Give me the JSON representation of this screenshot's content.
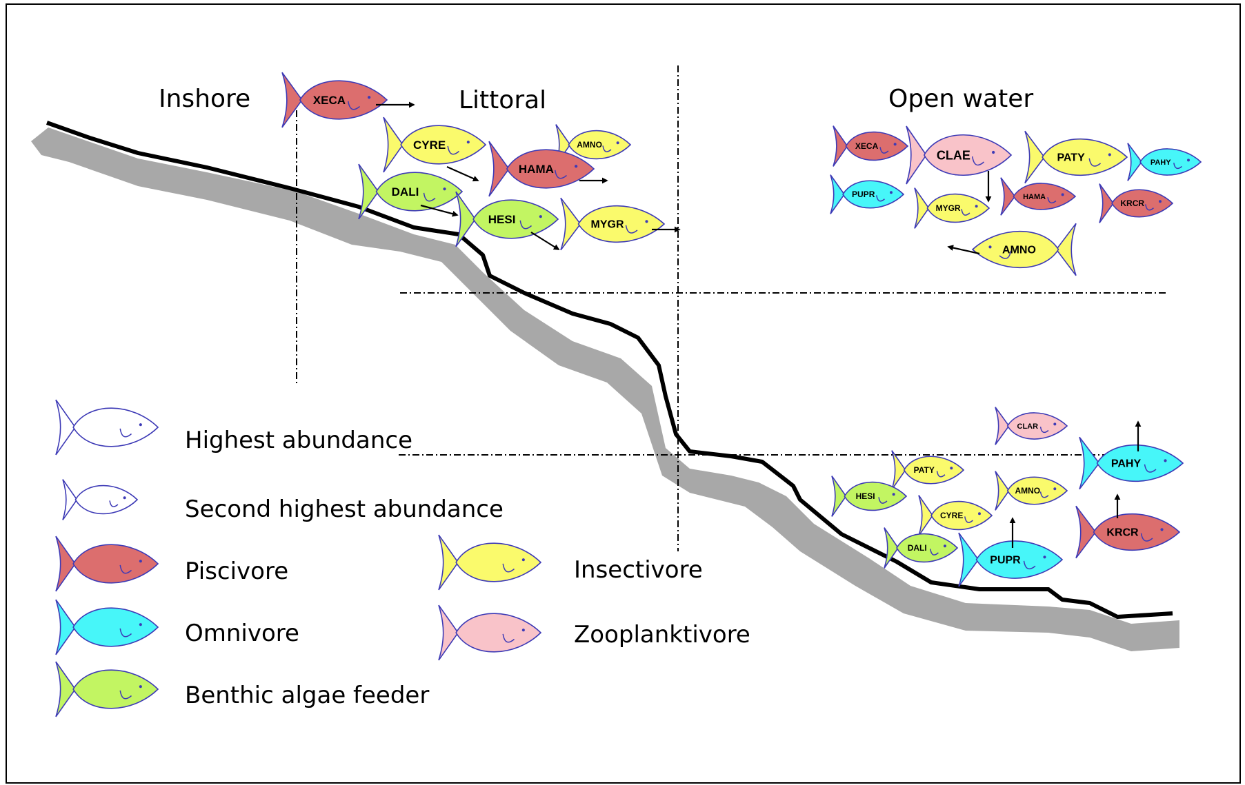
{
  "colors": {
    "piscivore": "#dc6e6e",
    "omnivore": "#47f6f9",
    "benthic": "#c2f562",
    "insectivore": "#fafa6c",
    "zooplanktivore": "#f9c3c9",
    "outline": "#3d3ab6",
    "shore": "#a8a8a8"
  },
  "zones": {
    "inshore": "Inshore",
    "littoral": "Littoral",
    "open_water": "Open water"
  },
  "legend": {
    "highest": "Highest abundance",
    "second": "Second highest abundance",
    "piscivore": "Piscivore",
    "omnivore": "Omnivore",
    "benthic": "Benthic algae feeder",
    "insectivore": "Insectivore",
    "zooplanktivore": "Zooplanktivore"
  },
  "fish": [
    {
      "name": "XECA",
      "diet": "piscivore",
      "abundance": "highest",
      "arrow": "right"
    },
    {
      "name": "CYRE",
      "diet": "insectivore",
      "abundance": "highest",
      "arrow": "down-right"
    },
    {
      "name": "AMNO",
      "diet": "insectivore",
      "abundance": "second",
      "arrow": ""
    },
    {
      "name": "HAMA",
      "diet": "piscivore",
      "abundance": "highest",
      "arrow": "right"
    },
    {
      "name": "DALI",
      "diet": "benthic",
      "abundance": "highest",
      "arrow": "down-right"
    },
    {
      "name": "HESI",
      "diet": "benthic",
      "abundance": "highest",
      "arrow": "down-right"
    },
    {
      "name": "MYGR",
      "diet": "insectivore",
      "abundance": "highest",
      "arrow": "right"
    },
    {
      "name": "XECA",
      "diet": "piscivore",
      "abundance": "second",
      "arrow": ""
    },
    {
      "name": "CLAE",
      "diet": "zooplanktivore",
      "abundance": "highest",
      "arrow": "down"
    },
    {
      "name": "PATY",
      "diet": "insectivore",
      "abundance": "highest",
      "arrow": ""
    },
    {
      "name": "PAHY",
      "diet": "omnivore",
      "abundance": "second",
      "arrow": ""
    },
    {
      "name": "PUPR",
      "diet": "omnivore",
      "abundance": "second",
      "arrow": ""
    },
    {
      "name": "MYGR",
      "diet": "insectivore",
      "abundance": "second",
      "arrow": ""
    },
    {
      "name": "HAMA",
      "diet": "piscivore",
      "abundance": "second",
      "arrow": ""
    },
    {
      "name": "KRCR",
      "diet": "piscivore",
      "abundance": "second",
      "arrow": ""
    },
    {
      "name": "AMNO",
      "diet": "insectivore",
      "abundance": "highest",
      "arrow": "left"
    },
    {
      "name": "CLAR",
      "diet": "zooplanktivore",
      "abundance": "second",
      "arrow": ""
    },
    {
      "name": "PAHY",
      "diet": "omnivore",
      "abundance": "highest",
      "arrow": "up"
    },
    {
      "name": "PATY",
      "diet": "insectivore",
      "abundance": "second",
      "arrow": ""
    },
    {
      "name": "HESI",
      "diet": "benthic",
      "abundance": "second",
      "arrow": ""
    },
    {
      "name": "AMNO",
      "diet": "insectivore",
      "abundance": "second",
      "arrow": ""
    },
    {
      "name": "CYRE",
      "diet": "insectivore",
      "abundance": "second",
      "arrow": ""
    },
    {
      "name": "KRCR",
      "diet": "piscivore",
      "abundance": "highest",
      "arrow": "up"
    },
    {
      "name": "DALI",
      "diet": "benthic",
      "abundance": "second",
      "arrow": ""
    },
    {
      "name": "PUPR",
      "diet": "omnivore",
      "abundance": "highest",
      "arrow": "up"
    }
  ]
}
